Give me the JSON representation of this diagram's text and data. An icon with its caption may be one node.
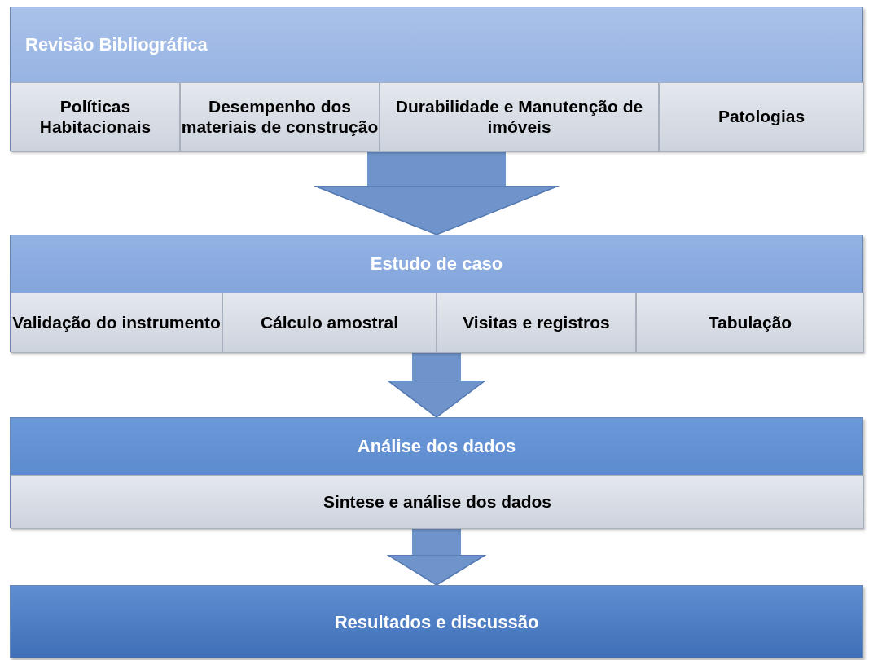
{
  "diagram": {
    "nodes": [
      {
        "text": [
          "Revisão Bibliográfica"
        ]
      },
      {
        "text": [
          "Políticas Habitacionais"
        ],
        "in": 0
      },
      {
        "text": [
          "Desempenho dos materiais de construção"
        ],
        "in": 0
      },
      {
        "text": [
          "Durabilidade e Manutenção de imóveis"
        ],
        "in": 0
      },
      {
        "text": [
          "Patologias"
        ],
        "in": 0
      },
      {
        "text": [
          "Estudo de caso"
        ]
      },
      {
        "text": [
          "Validação do instrumento"
        ],
        "in": 5
      },
      {
        "text": [
          "Cálculo amostral"
        ],
        "in": 5
      },
      {
        "text": [
          "Visitas e registros"
        ],
        "in": 5
      },
      {
        "text": [
          "Tabulação"
        ],
        "in": 5
      },
      {
        "text": [
          "Análise dos dados"
        ]
      },
      {
        "text": [
          "Sintese e análise dos dados"
        ],
        "in": 10
      },
      {
        "text": [
          "Resultados e discussão"
        ]
      }
    ],
    "edges": [
      {
        "from": 0,
        "to": 5,
        "arrow": "to"
      },
      {
        "from": 5,
        "to": 10,
        "arrow": "to"
      },
      {
        "from": 10,
        "to": 12,
        "arrow": "to"
      }
    ]
  }
}
